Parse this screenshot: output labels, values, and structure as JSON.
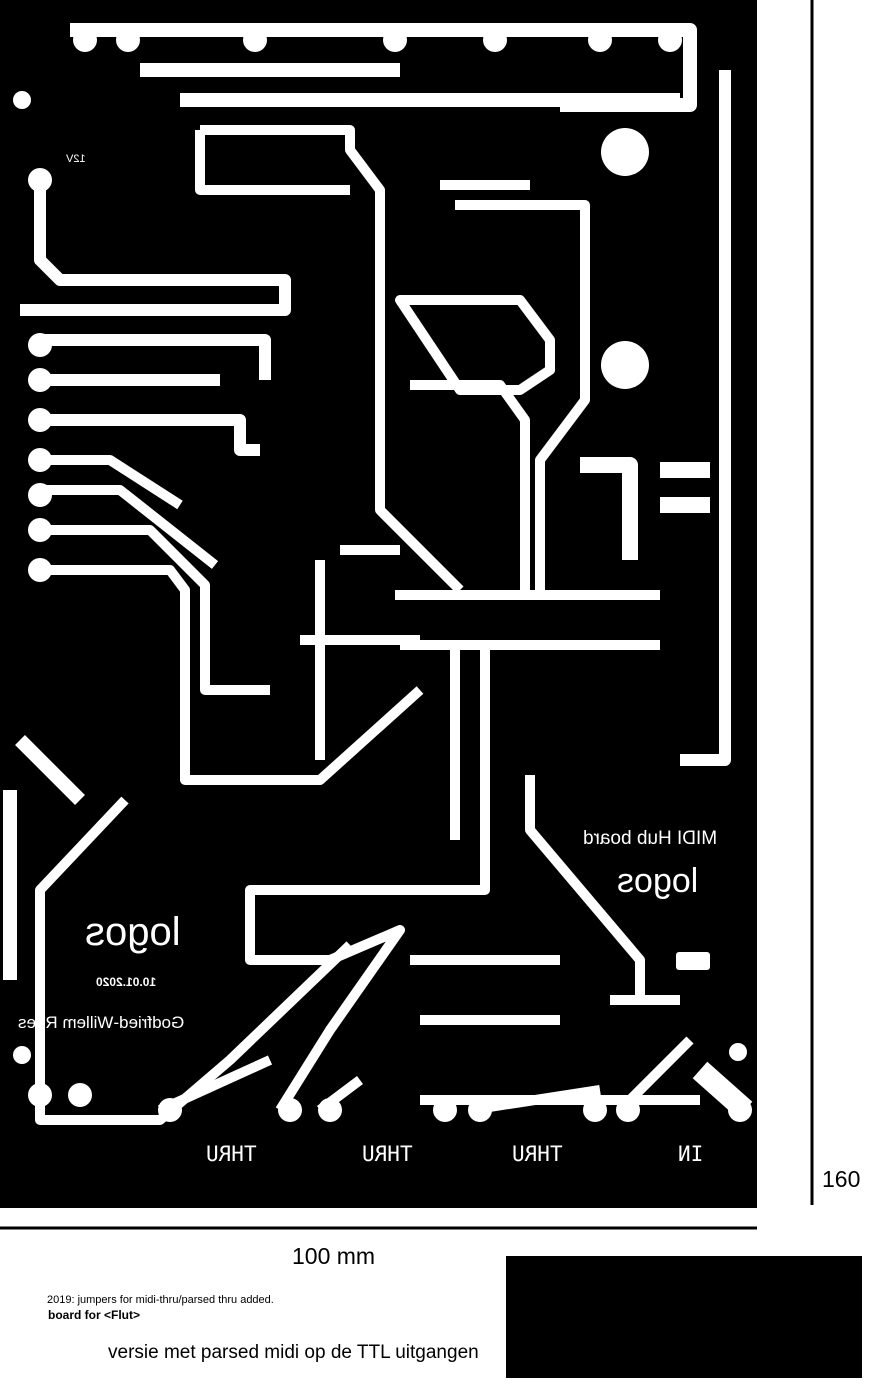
{
  "board": {
    "title": "MIDI Hub board",
    "logo": "logos",
    "date": "10.01.2020",
    "author": "Godfried-Willem Raes",
    "voltage_label": "12V",
    "connectors": [
      "THRU",
      "THRU",
      "THRU",
      "IN"
    ],
    "colors": {
      "copper": "#000000",
      "background": "#ffffff"
    }
  },
  "dimensions": {
    "height_label": "160",
    "width_label": "100 mm"
  },
  "notes": {
    "changelog": "2019: jumpers for midi-thru/parsed thru added.",
    "target": "board for <Flut>",
    "version": "versie met parsed midi op de TTL uitgangen"
  }
}
